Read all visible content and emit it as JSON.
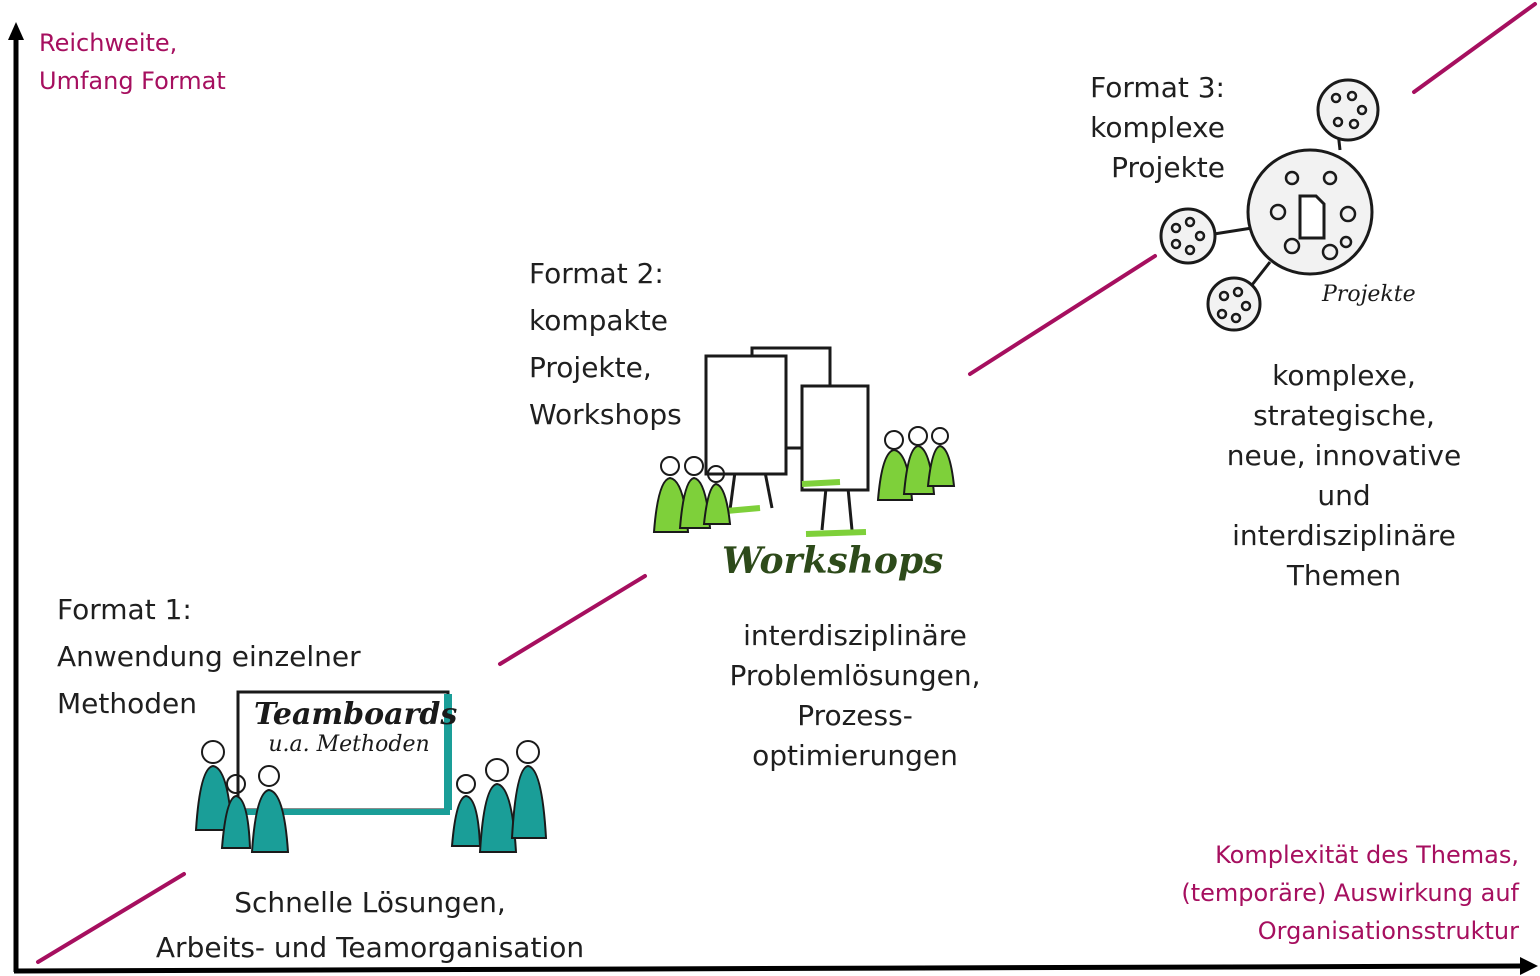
{
  "colors": {
    "accent": "#a60f5f",
    "text": "#1f1f1f",
    "teal": "#1a9e98",
    "green": "#7ed03a",
    "axis": "#000000"
  },
  "axes": {
    "y_label": [
      "Reichweite,",
      "Umfang Format"
    ],
    "x_label": [
      "Komplexität des Themas,",
      "(temporäre) Auswirkung auf",
      "Organisationsstruktur"
    ]
  },
  "formats": [
    {
      "title": [
        "Format 1:",
        "Anwendung einzelner",
        "Methoden"
      ],
      "description": [
        "Schnelle Lösungen,",
        "Arbeits- und Teamorganisation"
      ],
      "sketch_text": [
        "Teamboards",
        "u.a. Methoden"
      ]
    },
    {
      "title": [
        "Format 2:",
        "kompakte",
        "Projekte,",
        "Workshops"
      ],
      "description": [
        "interdisziplinäre",
        "Problemlösungen,",
        "Prozess-",
        "optimierungen"
      ],
      "sketch_text": [
        "Workshops"
      ]
    },
    {
      "title": [
        "Format 3:",
        "komplexe",
        "Projekte"
      ],
      "description": [
        "komplexe,",
        "strategische,",
        "neue, innovative",
        "und",
        "interdisziplinäre",
        "Themen"
      ],
      "sketch_text": [
        "Projekte"
      ]
    }
  ]
}
